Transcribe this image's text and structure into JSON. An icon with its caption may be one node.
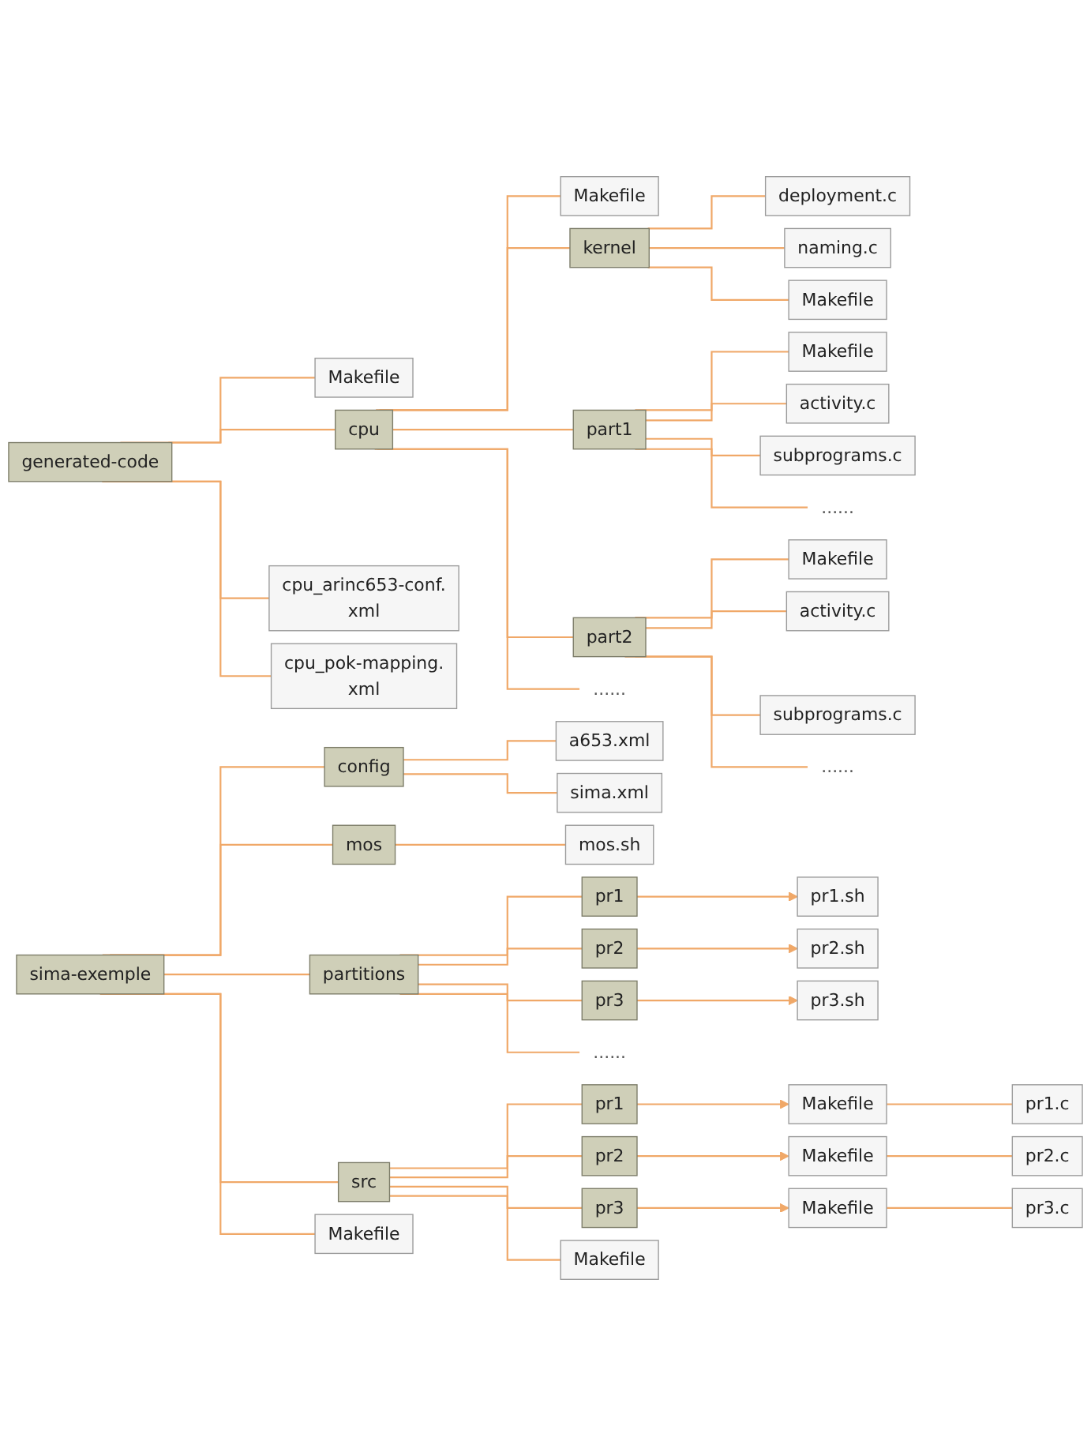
{
  "diagram": {
    "nodes": [
      {
        "text": [
          "generated-code"
        ]
      },
      {
        "text": [
          "Makefile"
        ]
      },
      {
        "text": [
          "cpu"
        ]
      },
      {
        "text": [
          "cpu_arinc653-conf. xml"
        ]
      },
      {
        "text": [
          "cpu_pok-mapping. xml"
        ]
      },
      {
        "text": [
          "Makefile"
        ]
      },
      {
        "text": [
          "kernel"
        ]
      },
      {
        "text": [
          "part1"
        ]
      },
      {
        "text": [
          "part2"
        ]
      },
      {
        "text": [
          "......"
        ]
      },
      {
        "text": [
          "deployment.c"
        ]
      },
      {
        "text": [
          "naming.c"
        ]
      },
      {
        "text": [
          "Makefile"
        ]
      },
      {
        "text": [
          "Makefile"
        ]
      },
      {
        "text": [
          "activity.c"
        ]
      },
      {
        "text": [
          "subprograms.c"
        ]
      },
      {
        "text": [
          "......"
        ]
      },
      {
        "text": [
          "Makefile"
        ]
      },
      {
        "text": [
          "activity.c"
        ]
      },
      {
        "text": [
          "subprograms.c"
        ]
      },
      {
        "text": [
          "......"
        ]
      },
      {
        "text": [
          "sima-exemple"
        ]
      },
      {
        "text": [
          "config"
        ]
      },
      {
        "text": [
          "mos"
        ]
      },
      {
        "text": [
          "partitions"
        ]
      },
      {
        "text": [
          "src"
        ]
      },
      {
        "text": [
          "Makefile"
        ]
      },
      {
        "text": [
          "a653.xml"
        ]
      },
      {
        "text": [
          "sima.xml"
        ]
      },
      {
        "text": [
          "mos.sh"
        ]
      },
      {
        "text": [
          "pr1"
        ]
      },
      {
        "text": [
          "pr1.sh"
        ]
      },
      {
        "text": [
          "pr2"
        ]
      },
      {
        "text": [
          "pr2.sh"
        ]
      },
      {
        "text": [
          "pr3"
        ]
      },
      {
        "text": [
          "pr3.sh"
        ]
      },
      {
        "text": [
          "......"
        ]
      },
      {
        "text": [
          "pr1"
        ]
      },
      {
        "text": [
          "Makefile"
        ]
      },
      {
        "text": [
          "pr1.c"
        ]
      },
      {
        "text": [
          "pr2"
        ]
      },
      {
        "text": [
          "Makefile"
        ]
      },
      {
        "text": [
          "pr2.c"
        ]
      },
      {
        "text": [
          "pr3"
        ]
      },
      {
        "text": [
          "Makefile"
        ]
      },
      {
        "text": [
          "pr3.c"
        ]
      },
      {
        "text": [
          "Makefile"
        ]
      }
    ],
    "edges": [
      {
        "from": 0,
        "to": 1,
        "arrow": "none"
      },
      {
        "from": 0,
        "to": 2,
        "arrow": "none"
      },
      {
        "from": 0,
        "to": 3,
        "arrow": "none"
      },
      {
        "from": 0,
        "to": 4,
        "arrow": "none"
      },
      {
        "from": 2,
        "to": 5,
        "arrow": "none"
      },
      {
        "from": 2,
        "to": 6,
        "arrow": "none"
      },
      {
        "from": 2,
        "to": 7,
        "arrow": "none"
      },
      {
        "from": 2,
        "to": 8,
        "arrow": "none"
      },
      {
        "from": 2,
        "to": 9,
        "arrow": "none"
      },
      {
        "from": 6,
        "to": 10,
        "arrow": "none"
      },
      {
        "from": 6,
        "to": 11,
        "arrow": "none"
      },
      {
        "from": 6,
        "to": 12,
        "arrow": "none"
      },
      {
        "from": 7,
        "to": 13,
        "arrow": "none"
      },
      {
        "from": 7,
        "to": 14,
        "arrow": "none"
      },
      {
        "from": 7,
        "to": 15,
        "arrow": "none"
      },
      {
        "from": 7,
        "to": 16,
        "arrow": "none"
      },
      {
        "from": 8,
        "to": 17,
        "arrow": "none"
      },
      {
        "from": 8,
        "to": 18,
        "arrow": "none"
      },
      {
        "from": 8,
        "to": 19,
        "arrow": "none"
      },
      {
        "from": 8,
        "to": 20,
        "arrow": "none"
      },
      {
        "from": 21,
        "to": 22,
        "arrow": "none"
      },
      {
        "from": 21,
        "to": 23,
        "arrow": "none"
      },
      {
        "from": 21,
        "to": 24,
        "arrow": "none"
      },
      {
        "from": 21,
        "to": 25,
        "arrow": "none"
      },
      {
        "from": 21,
        "to": 26,
        "arrow": "none"
      },
      {
        "from": 22,
        "to": 27,
        "arrow": "none"
      },
      {
        "from": 22,
        "to": 28,
        "arrow": "none"
      },
      {
        "from": 23,
        "to": 29,
        "arrow": "none"
      },
      {
        "from": 24,
        "to": 30,
        "arrow": "none"
      },
      {
        "from": 30,
        "to": 31,
        "arrow": "to"
      },
      {
        "from": 24,
        "to": 32,
        "arrow": "none"
      },
      {
        "from": 32,
        "to": 33,
        "arrow": "to"
      },
      {
        "from": 24,
        "to": 34,
        "arrow": "none"
      },
      {
        "from": 34,
        "to": 35,
        "arrow": "to"
      },
      {
        "from": 24,
        "to": 36,
        "arrow": "none"
      },
      {
        "from": 25,
        "to": 37,
        "arrow": "none"
      },
      {
        "from": 37,
        "to": 38,
        "arrow": "to"
      },
      {
        "from": 38,
        "to": 39,
        "arrow": "none"
      },
      {
        "from": 25,
        "to": 40,
        "arrow": "none"
      },
      {
        "from": 40,
        "to": 41,
        "arrow": "to"
      },
      {
        "from": 41,
        "to": 42,
        "arrow": "none"
      },
      {
        "from": 25,
        "to": 43,
        "arrow": "none"
      },
      {
        "from": 43,
        "to": 44,
        "arrow": "to"
      },
      {
        "from": 44,
        "to": 45,
        "arrow": "none"
      },
      {
        "from": 25,
        "to": 46,
        "arrow": "none"
      }
    ]
  }
}
